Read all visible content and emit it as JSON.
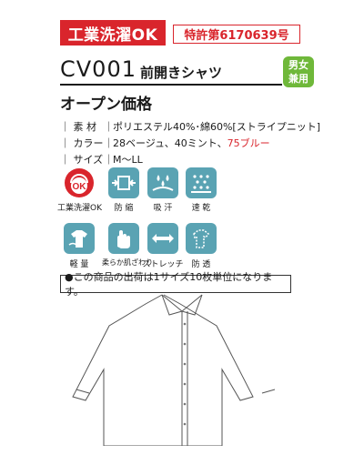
{
  "header": {
    "wash_badge": "工業洗濯OK",
    "patent_badge": "特許第6170639号"
  },
  "product": {
    "code": "CV001",
    "name": "前開きシャツ",
    "unisex": [
      "男女",
      "兼用"
    ],
    "subtitle": "オープン価格"
  },
  "specs": [
    {
      "label": "素 材",
      "value": "ポリエステル40%･綿60%[ストライプニット]"
    },
    {
      "label": "カラー",
      "value": "28ベージュ、40ミント、",
      "accent": "75ブルー"
    },
    {
      "label": "サイズ",
      "value": "M～LL"
    }
  ],
  "features": [
    {
      "icon": "ok-wash-icon",
      "label": "工業洗濯OK"
    },
    {
      "icon": "shrink-proof-icon",
      "label": "防 縮"
    },
    {
      "icon": "sweat-absorb-icon",
      "label": "吸 汗"
    },
    {
      "icon": "quick-dry-icon",
      "label": "速 乾"
    },
    {
      "icon": "lightweight-icon",
      "label": "軽 量"
    },
    {
      "icon": "soft-touch-icon",
      "label": "柔らか肌ざわり"
    },
    {
      "icon": "stretch-icon",
      "label": "ストレッチ"
    },
    {
      "icon": "see-through-proof-icon",
      "label": "防 透"
    }
  ],
  "notice": "●この商品の出荷は1サイズ10枚単位になります。",
  "colors": {
    "red": "#d9252c",
    "green": "#6fb83a",
    "teal": "#5aa3b3"
  }
}
